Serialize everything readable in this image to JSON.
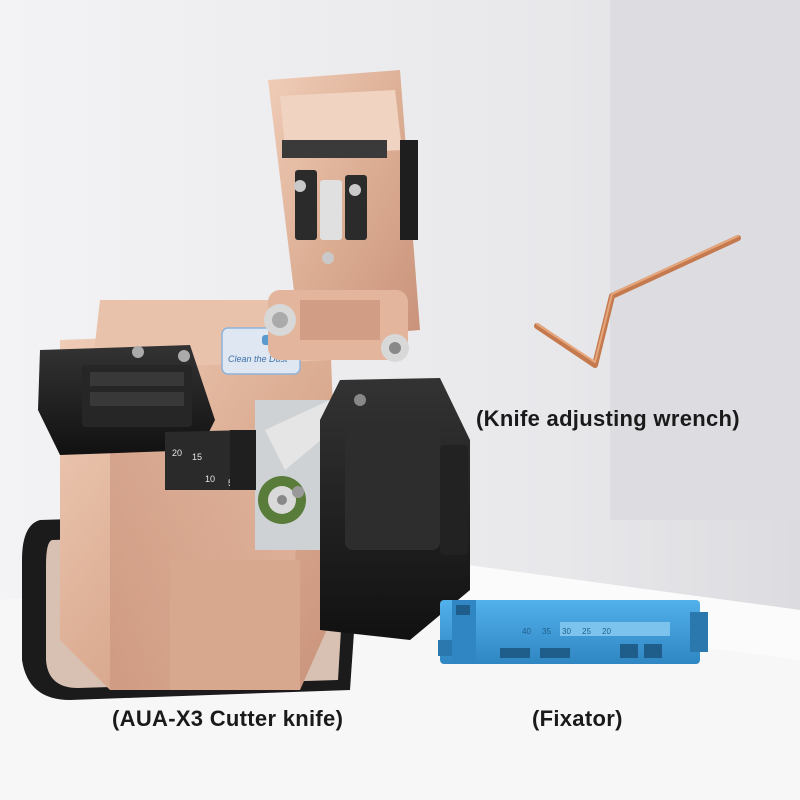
{
  "labels": {
    "wrench": "(Knife adjusting wrench)",
    "cutter": "(AUA-X3 Cutter knife)",
    "fixator": "(Fixator)"
  },
  "device": {
    "sticker_line1": "Clean the Dust",
    "scale_numbers": [
      "20",
      "15",
      "10",
      "5"
    ],
    "fixator_numbers": [
      "40",
      "35",
      "30",
      "25",
      "20"
    ]
  },
  "colors": {
    "rose_gold": "#dcae94",
    "black_parts": "#1b1b1b",
    "fixator_blue": "#3a9ad6",
    "wrench_copper": "#c47a4e",
    "background_wall": "#e9e9ec",
    "floor": "#f6f6f7"
  }
}
